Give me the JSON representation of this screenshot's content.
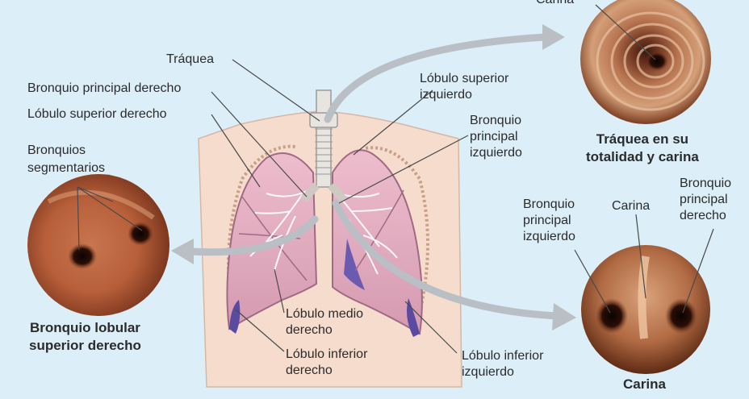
{
  "labels": {
    "carina_top": "Carina",
    "traquea": "Tráquea",
    "bronquio_principal_derecho": "Bronquio principal derecho",
    "lobulo_superior_derecho": "Lóbulo superior derecho",
    "bronquios_segmentarios": "Bronquios\nsegmentarios",
    "lobulo_superior_izquierdo": "Lóbulo superior\nizquierdo",
    "bronquio_principal_izquierdo": "Bronquio\nprincipal\nizquierdo",
    "lobulo_medio_derecho": "Lóbulo medio\nderecho",
    "lobulo_inferior_derecho": "Lóbulo inferior\nderecho",
    "lobulo_inferior_izquierdo": "Lóbulo inferior\nizquierdo",
    "carina_view_bronquio_izq": "Bronquio\nprincipal\nizquierdo",
    "carina_view_carina": "Carina",
    "carina_view_bronquio_der": "Bronquio\nprincipal\nderecho"
  },
  "captions": {
    "traquea_view": "Tráquea en su\ntotalidad y carina",
    "bronquio_view": "Bronquio lobular\nsuperior derecho",
    "carina_view": "Carina"
  },
  "colors": {
    "background": "#dceef7",
    "torso": "#f6dccd",
    "lung": "#e6b3c4",
    "arrow": "#b9bfc4"
  }
}
